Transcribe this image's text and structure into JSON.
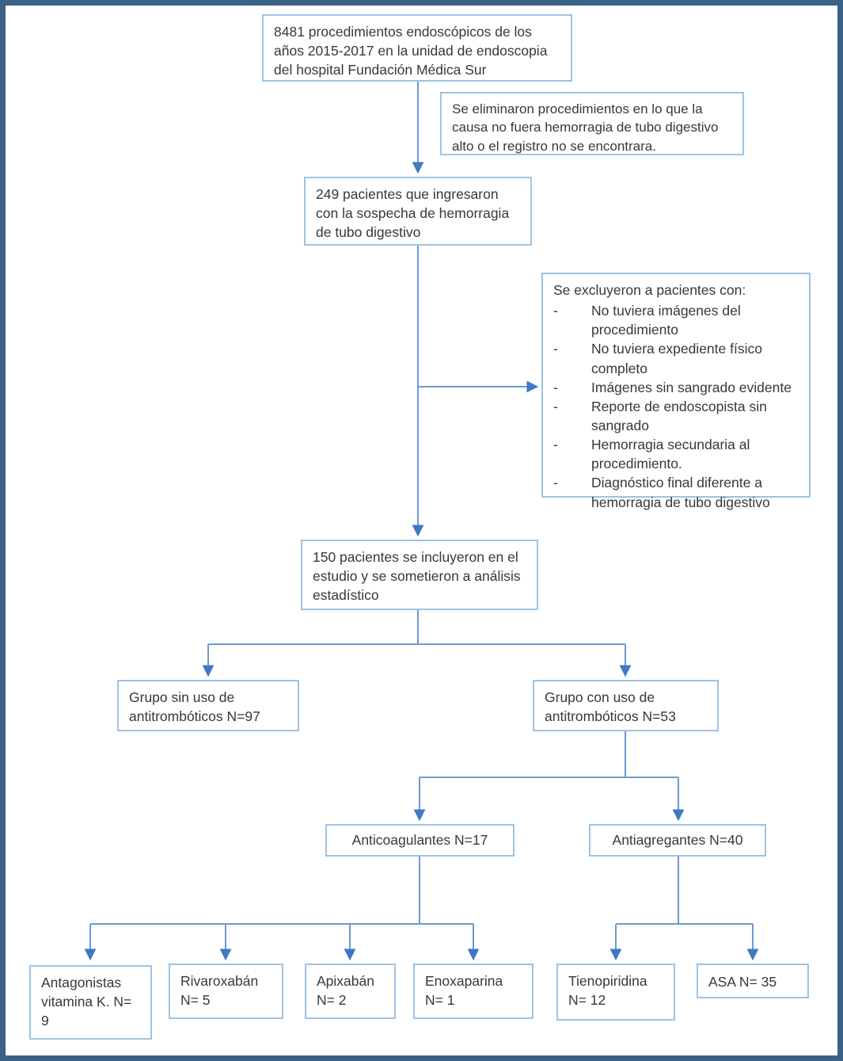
{
  "frame": {
    "border_color": "#3a6186",
    "box_border_color": "#9cc3e6",
    "connector_color": "#6b9bd2",
    "arrowhead_color": "#3d79c4"
  },
  "flowchart": {
    "total": {
      "text": "8481 procedimientos endoscópicos de los años 2015-2017 en la unidad de endoscopia del hospital Fundación Médica Sur"
    },
    "eliminated_note": {
      "text": "Se eliminaron procedimientos en lo que la causa no fuera hemorragia de tubo digestivo alto o el registro no se encontrara."
    },
    "admitted": {
      "text": "249 pacientes que ingresaron con la sospecha de hemorragia de tubo digestivo"
    },
    "excluded": {
      "title": "Se excluyeron a pacientes con:",
      "bullet": "-",
      "items": [
        "No tuviera imágenes del procedimiento",
        "No tuviera expediente físico completo",
        "Imágenes sin sangrado evidente",
        "Reporte de endoscopista sin sangrado",
        "Hemorragia secundaria al procedimiento.",
        "Diagnóstico final diferente a hemorragia de tubo digestivo"
      ]
    },
    "included": {
      "text": "150 pacientes se incluyeron en el estudio y se sometieron a análisis estadístico"
    },
    "group_without": {
      "text": "Grupo sin uso de antitrombóticos N=97"
    },
    "group_with": {
      "text": "Grupo con uso de antitrombóticos N=53"
    },
    "anticoagulants": {
      "text": "Anticoagulantes N=17"
    },
    "antiplatelets": {
      "text": "Antiagregantes N=40"
    },
    "vka": {
      "text": "Antagonistas vitamina K. N= 9"
    },
    "rivaroxaban": {
      "text": "Rivaroxabán N= 5"
    },
    "apixaban": {
      "text": "Apixabán N= 2"
    },
    "enoxaparin": {
      "text": "Enoxaparina N= 1"
    },
    "thienopyridine": {
      "text": "Tienopiridina N= 12"
    },
    "asa": {
      "text": "ASA N= 35"
    }
  }
}
